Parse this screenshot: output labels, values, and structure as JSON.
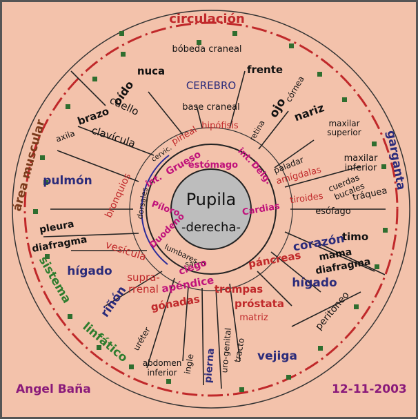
{
  "title": "Pupila",
  "subtitle": "-derecha-",
  "author": "Angel Baña",
  "date": "12-11-2003",
  "colors": {
    "background": "#f3c2ab",
    "black": "#111111",
    "red": "#c0282a",
    "navy": "#2b2b7a",
    "green": "#2e7d2e",
    "magenta": "#c0127a",
    "brown": "#7a3a1a",
    "pupil": "#bdbdbd",
    "marker": "#2f6e2f"
  },
  "labels": {
    "circulacion": "circulación",
    "boveda": "bóbeda craneal",
    "nuca": "nuca",
    "frente": "frente",
    "cerebro": "CEREBRO",
    "oido": "oído",
    "ojo": "ojo",
    "cornea": "córnea",
    "cuello": "cuello",
    "base": "base craneal",
    "nariz": "nariz",
    "brazo": "brazo",
    "axila": "axila",
    "clavicula": "clavícula",
    "pineal": "pineal",
    "hipofisis": "hipófisis",
    "retina": "retina",
    "maxilar_sup_1": "maxilar",
    "maxilar_sup_2": "superior",
    "garganta": "garganta",
    "area_muscular": "área muscular",
    "cervic": "cervic.",
    "grueso": "Grueso",
    "int_1": "int.",
    "estomago": "estómago",
    "int_2": "int.",
    "delg": "Delg.",
    "paladar": "paladar",
    "maxilar_inf_1": "maxilar",
    "maxilar_inf_2": "inferior",
    "pulmon": "pulmón",
    "bronquios": "bronquios",
    "dorsales": "dorsales",
    "amigdalas": "amígdalas",
    "cuerdas": "cuerdas",
    "bucales": "bucales",
    "traquea": "tráquea",
    "tiroides": "tiroides",
    "piloro": "Píloro",
    "cardias": "Cardias",
    "esofago": "esófago",
    "pleura": "pleura",
    "diafragma_l": "diafragma",
    "duodeno": "Duodeno",
    "timo": "timo",
    "vesicula": "vesícula",
    "lumbares": "lumbares",
    "sacro": "sacro",
    "corazon": "corazón",
    "pancreas": "páncreas",
    "mama": "mama",
    "diafragma_r": "diafragma",
    "sistema": "sistema",
    "higado_l": "hígado",
    "ciego": "ciego",
    "supra": "supra-",
    "rrenal": "rrenal",
    "apendice": "apéndice",
    "trompas": "trompas",
    "higado_r": "hígado",
    "rinon": "riñón",
    "gonadas": "gónadas",
    "prostata": "próstata",
    "matriz": "matriz",
    "peritoneo": "peritoneo",
    "linfatico": "linfático",
    "ureter": "uréter",
    "abdomen": "abdomen",
    "inferior": "inferior",
    "ingle": "ingle",
    "pierna": "pierna",
    "uro_genital": "uro-genital",
    "tracto": "tracto",
    "vejiga": "vejiga"
  }
}
